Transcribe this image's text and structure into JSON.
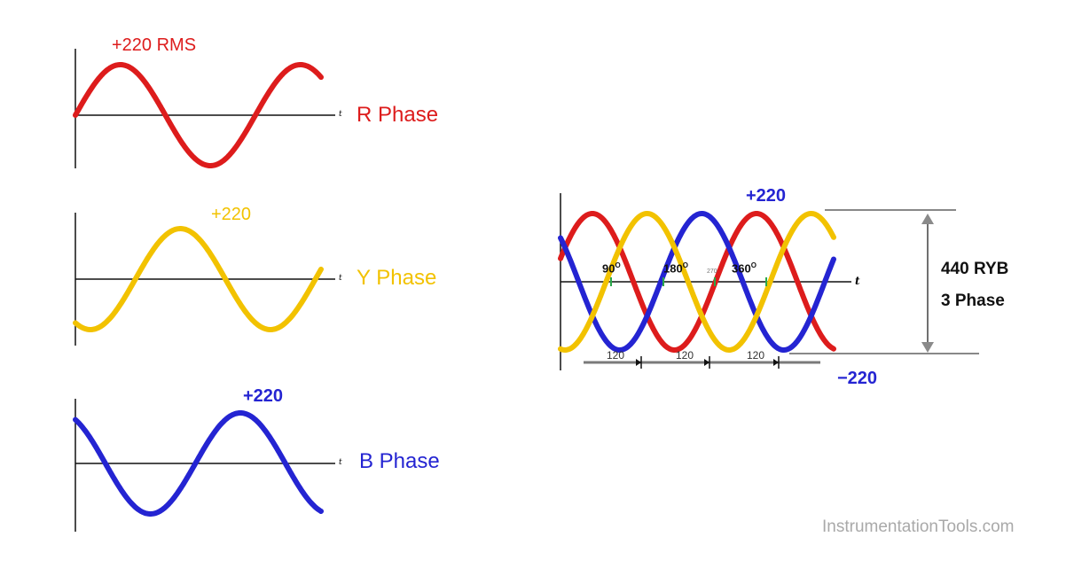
{
  "colors": {
    "r_phase": "#dd1c1c",
    "y_phase": "#f2c200",
    "b_phase": "#2424d2",
    "axis": "#111111",
    "bracket": "#7a7a7a",
    "watermark": "#a9a9a9"
  },
  "panels": [
    {
      "id": "r",
      "name": "R Phase",
      "peak_label": "+220 RMS",
      "axis_label": "t",
      "color_key": "r_phase",
      "phase_deg": 0
    },
    {
      "id": "y",
      "name": "Y Phase",
      "peak_label": "+220",
      "axis_label": "t",
      "color_key": "y_phase",
      "phase_deg": -120
    },
    {
      "id": "b",
      "name": "B Phase",
      "peak_label": "+220",
      "axis_label": "t",
      "color_key": "b_phase",
      "phase_deg": -240
    }
  ],
  "combined": {
    "peak_label": "+220",
    "trough_label": "−220",
    "axis_label": "t",
    "degree_marks": [
      {
        "value": "90",
        "sup": "O"
      },
      {
        "value": "180",
        "sup": "O"
      },
      {
        "value": "360",
        "sup": "O"
      }
    ],
    "small_mark": "270",
    "segments": [
      "120",
      "120",
      "120"
    ],
    "total_label_line1": "440 RYB",
    "total_label_line2": "3 Phase"
  },
  "watermark": "InstrumentationTools.com"
}
